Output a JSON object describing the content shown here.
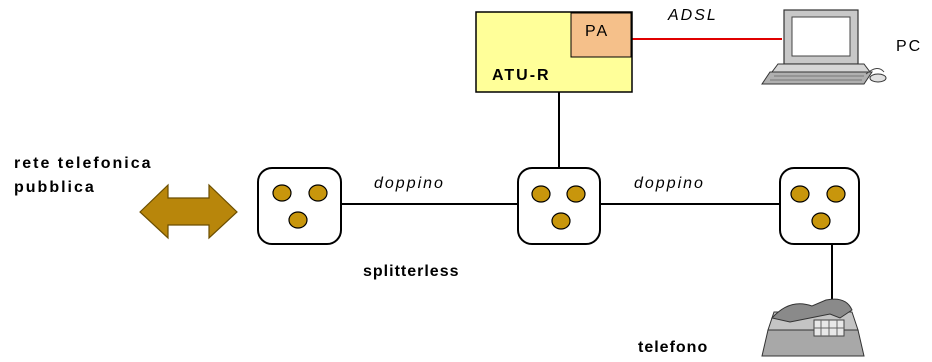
{
  "labels": {
    "network_line1": "rete telefonica",
    "network_line2": "pubblica",
    "cable_left": "doppino",
    "cable_right": "doppino",
    "splitterless": "splitterless",
    "atu": "ATU-R",
    "pa": "PA",
    "adsl": "ADSL",
    "pc": "PC",
    "telefono": "telefono"
  },
  "colors": {
    "atu_fill": "#ffff99",
    "pa_fill": "#f5c08a",
    "adsl_link": "#e00000",
    "socket_hole": "#c8960c",
    "arrow_fill": "#b8860b",
    "line": "#000000"
  },
  "icons": {
    "pc": "desktop-computer-icon",
    "phone": "desk-telephone-icon",
    "network": "double-arrow-icon"
  }
}
